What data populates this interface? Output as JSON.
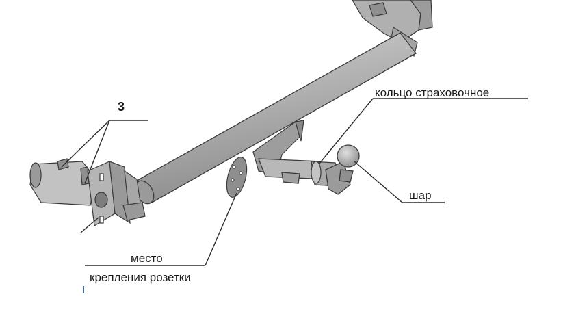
{
  "labels": {
    "parts_count": "3",
    "safety_ring": "кольцо страховочное",
    "ball": "шар",
    "socket_mount_line1": "место",
    "socket_mount_line2": "крепления розетки"
  },
  "colors": {
    "metal_light": "#bdbdbd",
    "metal_mid": "#a6a6a6",
    "metal_dark": "#7a7a7a",
    "outline": "#3a3a3a",
    "text": "#1a1a1a"
  }
}
